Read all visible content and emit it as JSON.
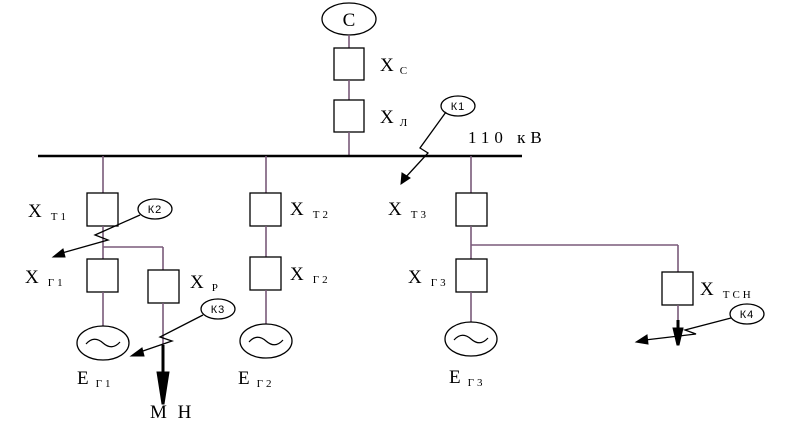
{
  "source": {
    "label": "С"
  },
  "bus": {
    "label": "110 кВ"
  },
  "labels": {
    "xc": {
      "main": "Х",
      "sub": "С"
    },
    "xl": {
      "main": "Х",
      "sub": "Л"
    },
    "xt1": {
      "main": "Х",
      "sub": "Т1"
    },
    "xt2": {
      "main": "Х",
      "sub": "Т2"
    },
    "xt3": {
      "main": "Х",
      "sub": "Т3"
    },
    "xg1": {
      "main": "Х",
      "sub": "Г1"
    },
    "xg2": {
      "main": "Х",
      "sub": "Г2"
    },
    "xg3": {
      "main": "Х",
      "sub": "Г3"
    },
    "xr": {
      "main": "Х",
      "sub": "Р"
    },
    "xtsn": {
      "main": "Х",
      "sub": "ТСН"
    },
    "eg1": {
      "main": "Е",
      "sub": "Г1"
    },
    "eg2": {
      "main": "Е",
      "sub": "Г2"
    },
    "eg3": {
      "main": "Е",
      "sub": "Г3"
    },
    "mn": "М Н"
  },
  "faults": {
    "k1": "К1",
    "k2": "К2",
    "k3": "К3",
    "k4": "К4"
  },
  "colors": {
    "wire": "#7a5a7a",
    "element": "#000000",
    "background": "#ffffff"
  }
}
